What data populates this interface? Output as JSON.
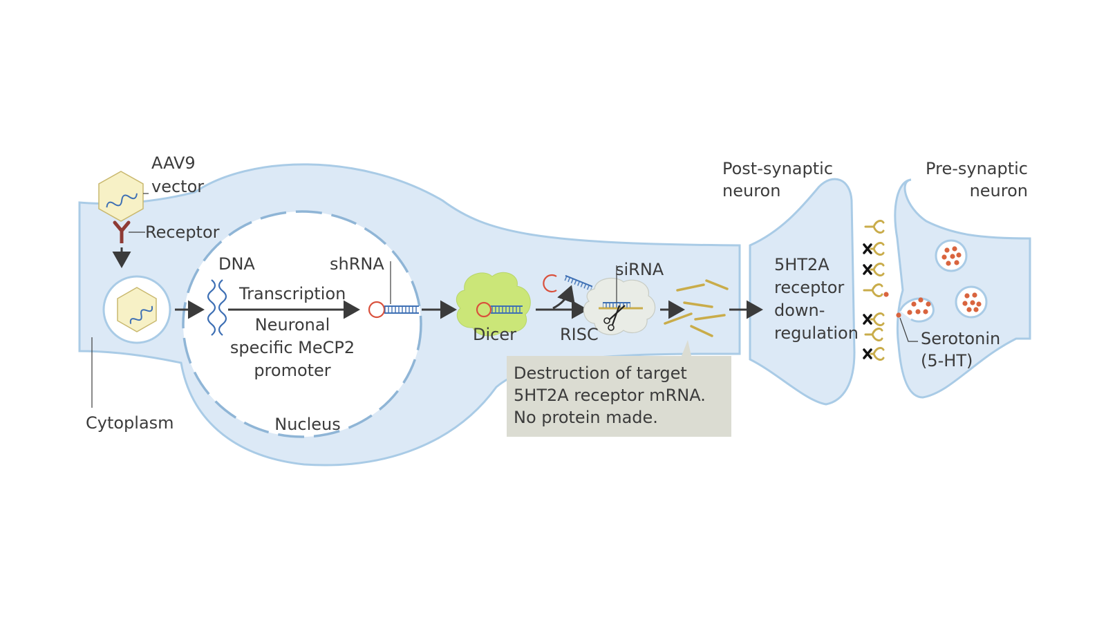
{
  "colors": {
    "cell_fill": "#dce9f6",
    "membrane": "#a9cbe6",
    "nucleus_dash": "#8fb5d6",
    "dna": "#3d6fb4",
    "rna_loop": "#d9503c",
    "dicer": "#cbe678",
    "risc": "#e9ece6",
    "mrna": "#c9ac4a",
    "serotonin": "#d9643e",
    "receptor": "#8e3a34",
    "callout": "#dbdcd2",
    "arrow": "#3b3b3b",
    "text": "#3b3b3b"
  },
  "labels": {
    "aav9_line1": "AAV9",
    "aav9_line2": "vector",
    "receptor": "Receptor",
    "cytoplasm": "Cytoplasm",
    "dna": "DNA",
    "shrna": "shRNA",
    "transcription": "Transcription",
    "promoter_line1": "Neuronal",
    "promoter_line2": "specific MeCP2",
    "promoter_line3": "promoter",
    "nucleus": "Nucleus",
    "dicer": "Dicer",
    "risc": "RISC",
    "sirna": "siRNA",
    "callout_line1": "Destruction of target",
    "callout_line2": "5HT2A receptor mRNA.",
    "callout_line3": "No protein made.",
    "post_line1": "Post-synaptic",
    "post_line2": "neuron",
    "pre_line1": "Pre-synaptic",
    "pre_line2": "neuron",
    "down_line1": "5HT2A",
    "down_line2": "receptor",
    "down_line3": "down-",
    "down_line4": "regulation",
    "serotonin_line1": "Serotonin",
    "serotonin_line2": "(5-HT)"
  },
  "icons": {
    "virus": "hexagon-capsid-icon",
    "endosome": "endosome-icon",
    "dna": "dna-helix-icon",
    "shrna": "hairpin-rna-icon",
    "dicer": "dicer-enzyme-icon",
    "risc": "risc-complex-icon",
    "scissors": "scissors-icon",
    "mrna_fragments": "mrna-fragment-icon",
    "blocked_receptor": "x-mark-icon",
    "receptor": "y-receptor-icon",
    "vesicle": "vesicle-icon",
    "serotonin": "serotonin-dot-icon"
  }
}
